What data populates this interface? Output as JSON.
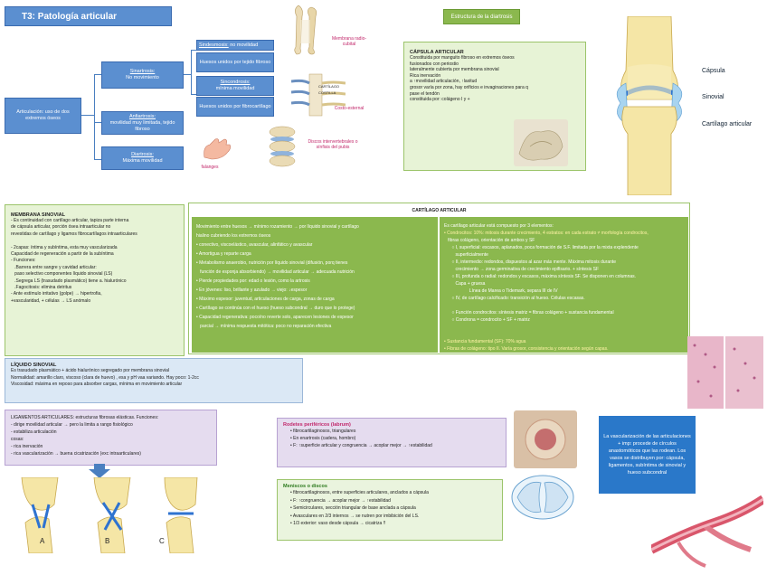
{
  "title": "T3: Patología articular",
  "articulacion": "Articulación: uso de dos extremos óseos",
  "sinartrosis": {
    "name": "Sinartrosis:",
    "desc": "No movimiento"
  },
  "anfiartrosis": {
    "name": "Anfiartrosis:",
    "desc": "movilidad muy limitada, tejido fibroso"
  },
  "diartrosis": {
    "name": "Diartrosis:",
    "desc": "Máxima movilidad"
  },
  "sindesmosis": {
    "name": "Sindesmosis:",
    "desc": "no movilidad",
    "sub": "Huesos unidos por tejido fibroso"
  },
  "sincondrosis": {
    "name": "Sincondrosis:",
    "desc": "mínima movilidad",
    "sub": "Huesos unidos por fibrocartílago"
  },
  "labels": {
    "membrana": "Membrana radio-cubital",
    "costo": "Costo-esternal",
    "discos": "Discos intervertebrales o sínfisis del pubis",
    "falanges": "falanges",
    "cartilago_tag": "CARTÍLAGO",
    "costilla_tag": "COSTILLA"
  },
  "estructura": {
    "title": "Estructura de la diartrosis",
    "capsula_title": "CÁPSULA ARTICULAR",
    "lines": [
      "Constituida por manguito fibroso en extremos óseos",
      "fusionados con periostio",
      "lateralmente cubierta por membrana sinovial",
      "Rica inervación",
      "a ↑movilidad articulación, ↑laxitud",
      "grosor varía por zona, hay orificios e invaginaciones para q",
      "pase el tendón",
      "constituida por: colágeno I y +"
    ]
  },
  "knee_labels": {
    "capsula": "Cápsula",
    "sinovial": "Sinovial",
    "cartilago": "Cartílago articular"
  },
  "membrana_sinovial": {
    "title": "MEMBRANA SINOVIAL",
    "lines": [
      "- Es continuidad con cartílago articular, tapiza parte interna",
      "de cápsula articular, porción ósea intraarticular no",
      "revestidas de cartílago y ligamos fibrocartílagos intraarticulares",
      "",
      "- 2capas: íntima y subíntima, esta muy vascularizada",
      "Capacidad de regeneración a partir de la subíntima",
      "- Funciones:",
      "   .Barrera entre sangre y cavidad articular:",
      "   paso selectivo componentes líquido sinovial (LS)",
      "   .Segrega LS (trasudado plasmático) tiene a. hialurónico",
      "   .Fagocitosis: elimina detritus",
      "- Ante estímulo irritativo (golpe) → hipertrofia,",
      "+vascularidad, + células → LS anómalo"
    ]
  },
  "cartilago": {
    "title": "CARTÍLAGO ARTICULAR",
    "left_lines": [
      "Movimiento entre huesos → mínimo rozamiento → por líquido sinovial y cartílago",
      "hialino cubriendo los extremos óseos",
      "• conectivo, viscoelástico, avascular, alinfático y avascular",
      "• Amortigua y reparte carga",
      "• Metabolismo anaerobio, nutrición por líquido sinovial (difusión, porq tienes",
      "   función de esponja absorbiendo) → movilidad articular → adecuada nutrición",
      "• Pierde propiedades por: edad o lesión, como la artrosis",
      "• En jóvenes: liso, brillante y azulado → viejo: ↓espesor",
      "• Máximo espesor: juventud, articulaciones de carga, zonas de carga",
      "• Cartílago se continúa con el hueso (hueso subcondral → duro que lo protege)",
      "• Capacidad regenerativa: poco/no reverte solo, aparecen lesiones de espesor",
      "   parcial → mínima respuesta mitótica: poco no reparación efectiva"
    ],
    "right_lines": [
      "Es cartílago articular está compuesto por 3 elementos:",
      "• Condrocitos: 10%: mitosis durante crecimiento, 4 estratos: en cada estrato ≠ morfología condrocitos,",
      "   fibras colágeno, orientación de ambos y SF",
      "      ○ I, superficial: escasos, aplanados, poca formación de S.F. limitada por la mixta explendente",
      "         superficialmente",
      "      ○ II, intermedio: redondos, dispuestos al azar más mente. Máxima mitosis durante",
      "         crecimiento → zona germinativa de crecimiento epifisario. + síntesis SF",
      "      ○ III, profunda o radial: redondos y escasos, máxima síntesis SF. Se disponen en columnas.",
      "         Capa + gruesa",
      "                    Línea de Marea o Tidemark, separa III de IV",
      "      ○ IV, de cartílago calcificado: transición al hueso. Células escasas.",
      "",
      "      ○ Función condrocitos: síntesis matriz = fibras colágeno + sustancia fundamental",
      "      ○ Condrona = condrocito + SF + matriz",
      "",
      "",
      "• Sustancia fundamental (SF): 70% agua",
      "• Fibras de colágeno: tipo II. Varía grosor, consistencia y orientación según capas."
    ]
  },
  "liquido": {
    "title": "LÍQUIDO SINOVIAL",
    "lines": [
      "Es trasudado plasmático + ácido hialurónico segregado por membrana sinovial",
      "Normalidad: amarillo claro, viscoso (clara de huevo) , esa y pH vaa variando. Hay poco: 1-2cc",
      "Viscosidad: máxima en reposo para absorber cargas, mínima en movimiento articular"
    ]
  },
  "ligamentos": {
    "lines": [
      "LIGAMENTOS ARTICULARES: estructuras fibrosas elásticas. Funciones:",
      "- dirige movilidad articular → pero la limita a rango fisiológico",
      "- estabiliza articulación",
      "cosas:",
      "- rica inervación",
      "- rica vascularización → buena cicatrización (exc intraarticulares)"
    ],
    "fig_labels": [
      "A",
      "B",
      "C"
    ]
  },
  "rodetes": {
    "title": "Rodetes periféricos (labrum)",
    "lines": [
      "• fibrocartilaginosos, triangulares",
      "• En enartrosis (cadera, hombro)",
      "• F: ↑superficie articular y congruencia → acoplar mejor → ↑estabilidad"
    ]
  },
  "meniscos": {
    "title": "Meniscos o discos",
    "lines": [
      "• fibrocartilaginosos, entre superficies articulares, anclados a cápsula",
      "• F: ↑congruencia → acoplar mejor → ↑estabilidad",
      "• Semicirculares, sección triangular de base anclada a cápsula",
      "• Avasculares en 2/3 internos → se nutren por imbibición del LS.",
      "• 1/3 exterior: vaso desde cápsula → cicatriza !!"
    ]
  },
  "vasc": "La vascularización de las articulaciones + imp: procede de círculos anastomóticos que las rodean. Los vasos se distribuyen por: cápsula, ligamentos, subíntima de sinovial y hueso subcondral",
  "colors": {
    "blue": "#5b8fd0",
    "green": "#8bb84e",
    "purple": "#e5dcef",
    "pink": "#c2286b"
  }
}
